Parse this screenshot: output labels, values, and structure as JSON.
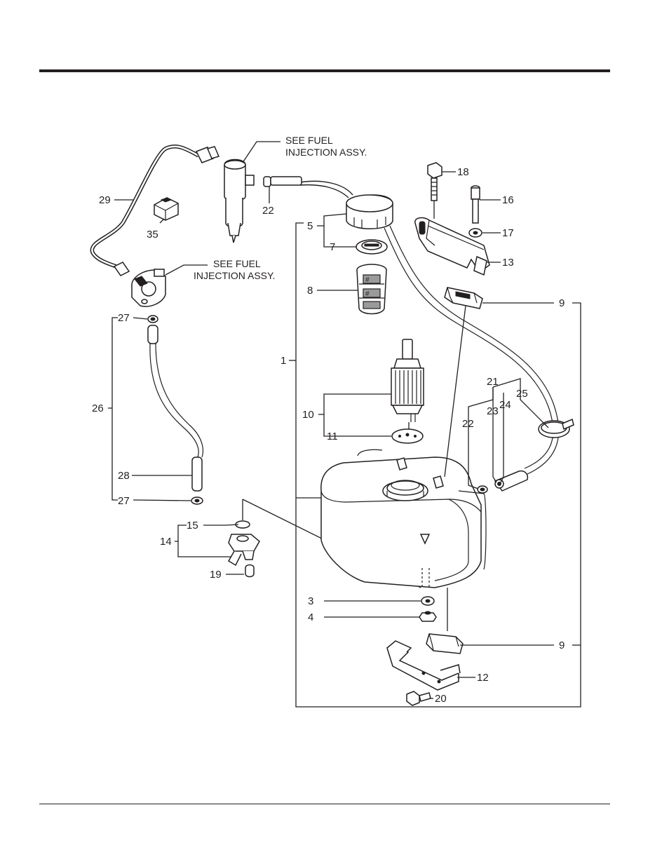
{
  "diagram": {
    "notes": {
      "injector_note_line1": "SEE FUEL",
      "injector_note_line2": "INJECTION ASSY.",
      "pump_note_line1": "SEE FUEL",
      "pump_note_line2": "INJECTION ASSY."
    },
    "callouts": {
      "c1": "1",
      "c3": "3",
      "c4": "4",
      "c5": "5",
      "c7": "7",
      "c8": "8",
      "c9_top": "9",
      "c9_bottom": "9",
      "c10": "10",
      "c11": "11",
      "c12": "12",
      "c13": "13",
      "c14": "14",
      "c15": "15",
      "c16": "16",
      "c17": "17",
      "c18": "18",
      "c19": "19",
      "c20": "20",
      "c21": "21",
      "c22_left": "22",
      "c22_right": "22",
      "c23": "23",
      "c24": "24",
      "c25": "25",
      "c26": "26",
      "c27_top": "27",
      "c27_bottom": "27",
      "c28": "28",
      "c29": "29",
      "c35": "35"
    }
  }
}
